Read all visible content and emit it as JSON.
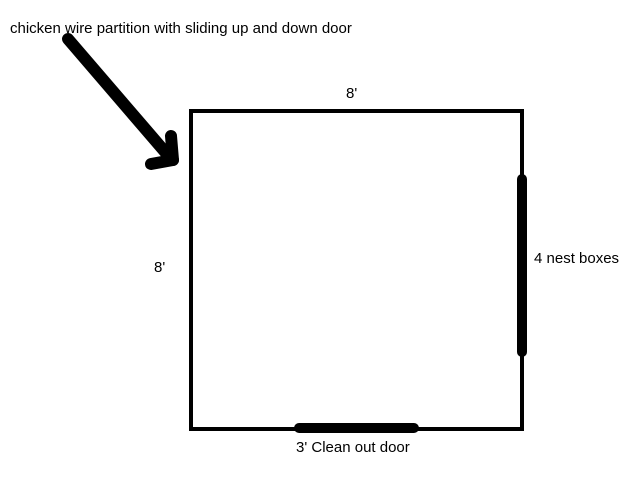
{
  "labels": {
    "partition_note": "chicken wire partition with sliding up and down door",
    "top_dimension": "8'",
    "left_dimension": "8'",
    "nest_boxes": "4 nest boxes",
    "clean_out_door": "3' Clean out door"
  },
  "colors": {
    "ink": "#000000",
    "background": "#ffffff"
  }
}
